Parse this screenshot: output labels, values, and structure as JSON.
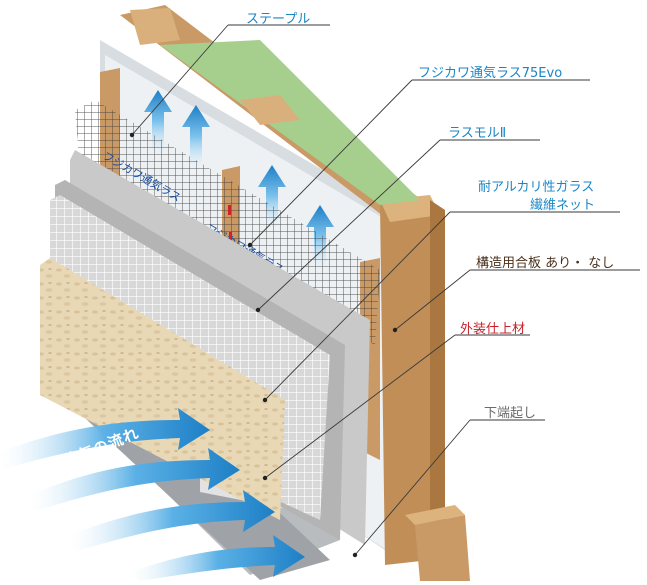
{
  "callouts": {
    "staple": "ステープル",
    "vent_lath": "フジカワ通気ラス75Evo",
    "lath_mortar": "ラスモルⅡ",
    "glass_net_line1": "耐アルカリ性ガラス",
    "glass_net_line2": "繊維ネット",
    "plywood": "構造用合板  あり・ なし",
    "finish": "外装仕上材",
    "bottom_edge": "下端起し"
  },
  "flow_label": "外気の流れ",
  "lath_print": "フジカワ通気ラス",
  "colors": {
    "callout_blue": "#1a86c6",
    "callout_brown": "#4a2f1a",
    "callout_red": "#c8202a",
    "callout_gray": "#6b6b6b",
    "insulation_green": "#a6cf8e",
    "wood": "#c99a66",
    "plaster": "#e8d7b4",
    "mortar": "#c9c9c9",
    "arrow_blue": "#2f8fd0"
  }
}
